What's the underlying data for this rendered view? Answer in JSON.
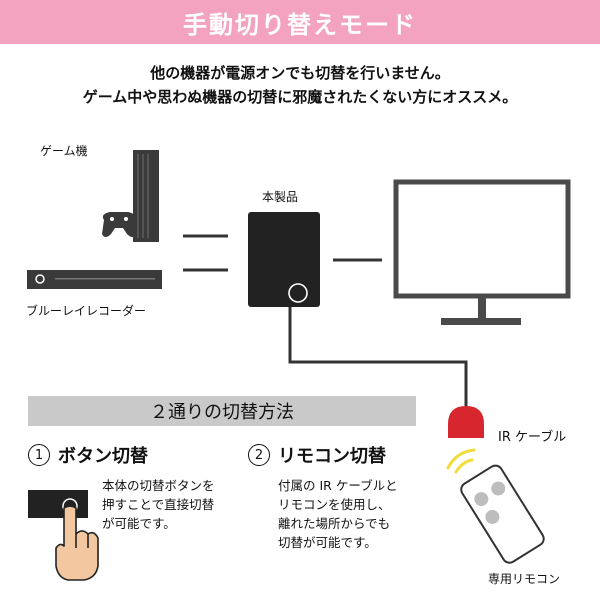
{
  "title": "手動切り替えモード",
  "intro": {
    "line1": "他の機器が電源オンでも切替を行いません。",
    "line2": "ゲーム中や思わぬ機器の切替に邪魔されたくない方にオススメ。"
  },
  "diagram": {
    "game_label": "ゲーム機",
    "bluray_label": "ブルーレイレコーダー",
    "product_label": "本製品",
    "ir_label": "IR ケーブル",
    "remote_label": "専用リモコン"
  },
  "methods": {
    "header": "２通りの切替方法",
    "button": {
      "num": "1",
      "title": "ボタン切替",
      "lines": [
        "本体の切替ボタンを",
        "押すことで直接切替",
        "が可能です。"
      ]
    },
    "remote": {
      "num": "2",
      "title": "リモコン切替",
      "lines": [
        "付属の IR ケーブルと",
        "リモコンを使用し、",
        "離れた場所からでも",
        "切替が可能です。"
      ]
    }
  },
  "colors": {
    "banner": "#f3a3bf",
    "ir_receiver": "#d8262e",
    "signal": "#f2dc3a",
    "finger": "#f3c7a0"
  }
}
